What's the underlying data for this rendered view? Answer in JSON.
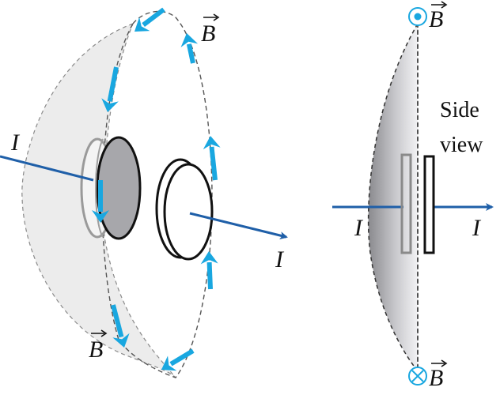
{
  "labels": {
    "current": "I",
    "field": "B",
    "side_view_line1": "Side",
    "side_view_line2": "view"
  },
  "icons": {
    "field_out": "dot-in-circle",
    "field_in": "x-in-circle",
    "vector_arrow": "right-arrow-over-letter"
  },
  "colors": {
    "current_wire": "#1f5fa8",
    "field_arrow": "#19a7e0",
    "plate_outline": "#111111",
    "dashed_boundary": "#666666",
    "surface_fill": "#ececec"
  }
}
